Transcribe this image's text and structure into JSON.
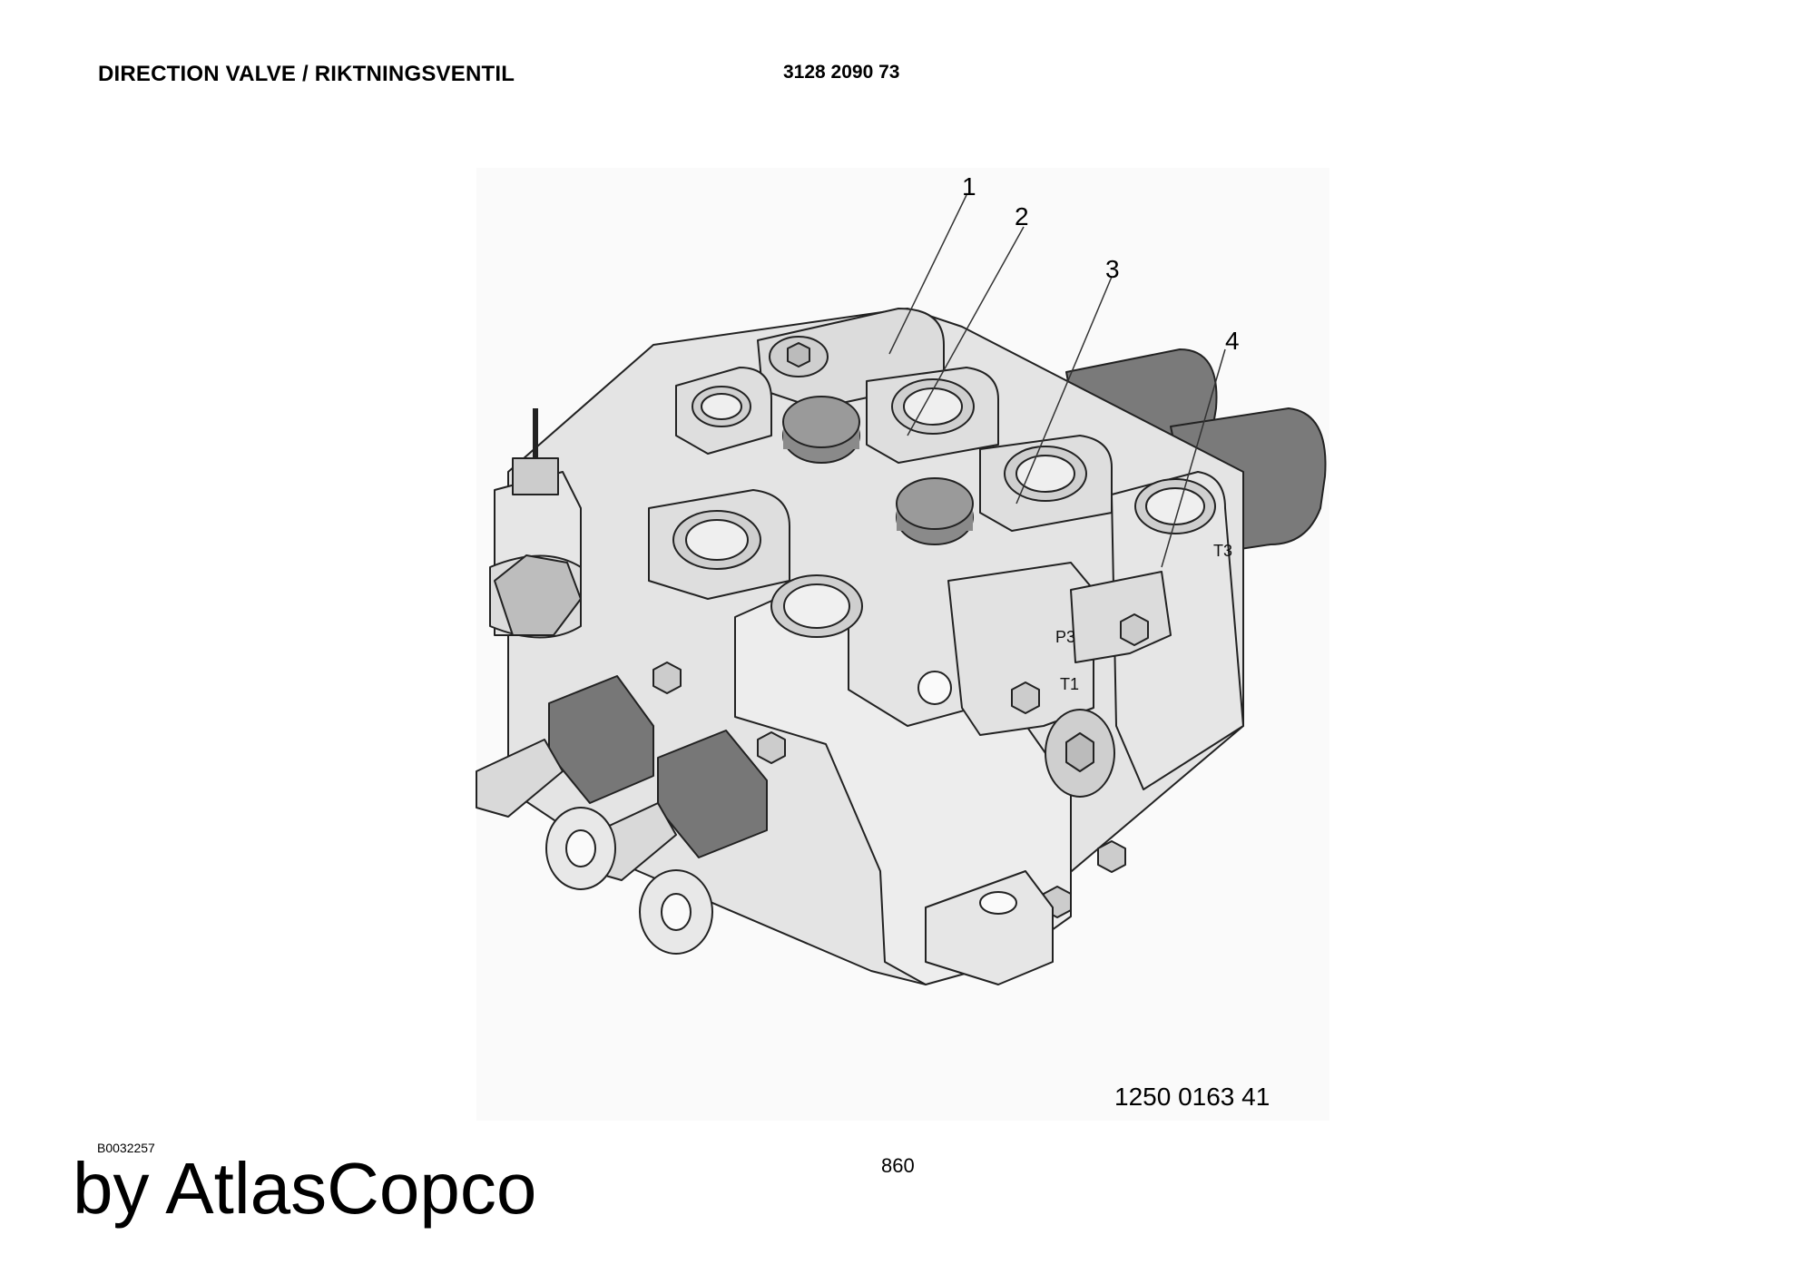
{
  "header": {
    "title": "DIRECTION VALVE / RIKTNINGSVENTIL",
    "part_number": "3128 2090 73"
  },
  "figure": {
    "callouts": [
      "1",
      "2",
      "3",
      "4"
    ],
    "port_labels": [
      "P3",
      "T1",
      "T3"
    ],
    "figure_number": "1250 0163 41"
  },
  "footer": {
    "doc_code": "B0032257",
    "page_number": "860",
    "brand": "by AtlasCopco"
  }
}
